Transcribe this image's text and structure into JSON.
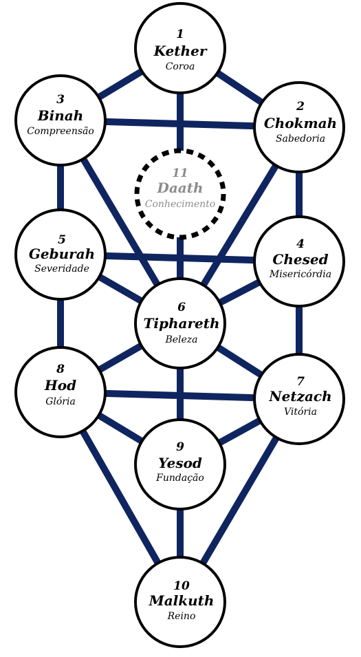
{
  "colors": {
    "path": "#0f2560",
    "node_stroke": "#000000",
    "node_fill": "#ffffff",
    "text": "#000000",
    "hidden_text": "#8c8c8c"
  },
  "sephiroth": {
    "kether": {
      "number": "1",
      "name": "Kether",
      "meaning": "Coroa"
    },
    "chokmah": {
      "number": "2",
      "name": "Chokmah",
      "meaning": "Sabedoria"
    },
    "binah": {
      "number": "3",
      "name": "Binah",
      "meaning": "Compreensão"
    },
    "chesed": {
      "number": "4",
      "name": "Chesed",
      "meaning": "Misericórdia"
    },
    "geburah": {
      "number": "5",
      "name": "Geburah",
      "meaning": "Severidade"
    },
    "tiphareth": {
      "number": "6",
      "name": "Tiphareth",
      "meaning": "Beleza"
    },
    "netzach": {
      "number": "7",
      "name": "Netzach",
      "meaning": "Vitória"
    },
    "hod": {
      "number": "8",
      "name": "Hod",
      "meaning": "Glória"
    },
    "yesod": {
      "number": "9",
      "name": "Yesod",
      "meaning": "Fundação"
    },
    "malkuth": {
      "number": "10",
      "name": "Malkuth",
      "meaning": "Reino"
    },
    "daath": {
      "number": "11",
      "name": "Daath",
      "meaning": "Conhecimento"
    }
  }
}
